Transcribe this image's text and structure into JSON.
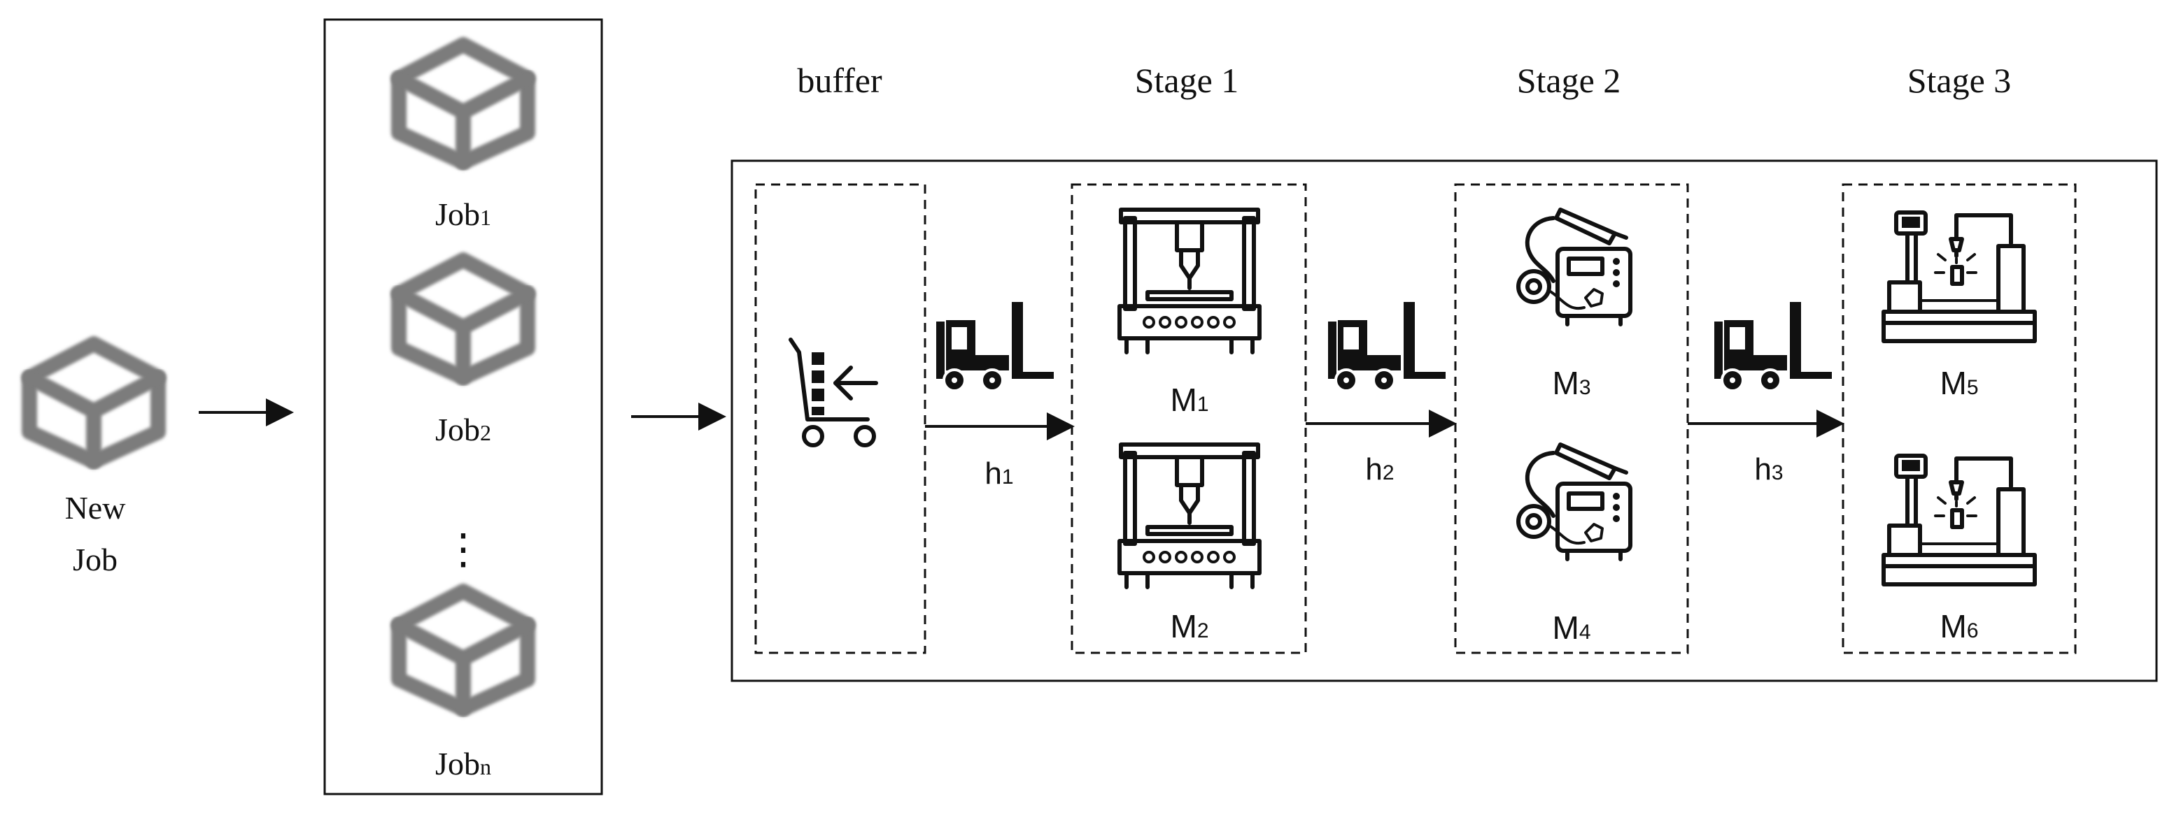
{
  "new_job": {
    "line1": "New",
    "line2": "Job",
    "icon": "cube-icon"
  },
  "queue": {
    "jobs": [
      {
        "base": "Job",
        "sub": "1"
      },
      {
        "base": "Job",
        "sub": "2"
      },
      {
        "base": "Job",
        "sub": "n"
      }
    ],
    "ellipsis": "⋮"
  },
  "headers": {
    "buffer": "buffer",
    "stage1": "Stage 1",
    "stage2": "Stage 2",
    "stage3": "Stage 3"
  },
  "buffer_icon": "cart-loading-icon",
  "transports": [
    {
      "base": "h",
      "sub": "1",
      "icon": "forklift-icon"
    },
    {
      "base": "h",
      "sub": "2",
      "icon": "forklift-icon"
    },
    {
      "base": "h",
      "sub": "3",
      "icon": "forklift-icon"
    }
  ],
  "machines": [
    {
      "base": "M",
      "sub": "1",
      "icon": "cnc-machine-icon"
    },
    {
      "base": "M",
      "sub": "2",
      "icon": "cnc-machine-icon"
    },
    {
      "base": "M",
      "sub": "3",
      "icon": "welding-machine-icon"
    },
    {
      "base": "M",
      "sub": "4",
      "icon": "welding-machine-icon"
    },
    {
      "base": "M",
      "sub": "5",
      "icon": "assembly-machine-icon"
    },
    {
      "base": "M",
      "sub": "6",
      "icon": "assembly-machine-icon"
    }
  ]
}
